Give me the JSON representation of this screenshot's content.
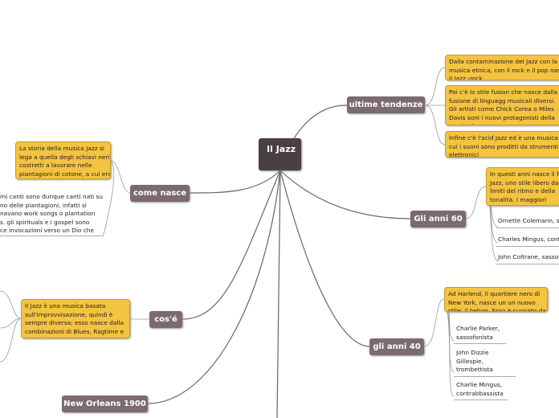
{
  "center": {
    "title": "Il Jazz"
  },
  "branches": {
    "ultime_tendenze": {
      "label": "ultime tendenze",
      "notes": [
        "Dalla contaminazione del Jazz con la\nmusica etnica, con il rock e il pop nasce\nil Jazz -rock.",
        "Poi c'è lo stile fusion che nasce dalla\nfusione di linguagg musicali diversi.\nGli artisti come Chick Corea o Miles\nDavis soni i nuovi protagonisti della\nmusica Jazz",
        "Infine c'è l'acid Jazz ed è una musica in\ncui i suoni sono proditti da strumenti\nelettronici"
      ]
    },
    "anni60": {
      "label": "Gli anni 60",
      "note": "In questi anni nasce il free\nJazz, uno stile libero dai\nlimiti del ritmo e della\ntonalità. I maggiori\nesponenti sono:",
      "leaves": [
        "Ornette Colemann, sassofonista",
        "Charles Mingus, contrabbassista",
        "John Coltrane, sassofonista"
      ]
    },
    "anni40": {
      "label": "gli anni 40",
      "note": "Ad Harlend, il quartiere nero di\nNew York, nasce un un nuovo\nstile: il bebop. Esso è suonato da:",
      "leaves": [
        "Charlie Parker,\nsassofonista",
        "John Dizzie\nGillespie,\ntrombettista",
        "Charlie Mingus,\ncontrabbassista"
      ]
    },
    "come_nasce": {
      "label": "come nasce",
      "note": "La storia della musica Jazz si\nlega a quella degli schiavi neri,\ncostretti a lavorare nelle\npiantagioni di cotone, a cui era\npermesso cantare.",
      "leaf": "mi canti sono dunque canti nati sul\nno delle piantagioni, infatti si\nnavano work songs o plantation\ns. gli spirituals e i gospel sono\nce invocazioni verso un Dio che\nlo schiavo a liberarsi dalle catene."
    },
    "cose": {
      "label": "cos'é",
      "note": "Il Jazz è una musica basata\nsull'improvvisazione, quindi è\nsempre diversa; esso nasce dalla\ncombinazioni di Blues, Ragtime e\nswing."
    },
    "new_orleans": {
      "label": "New Orleans 1900"
    }
  },
  "colors": {
    "center": "#4a4044",
    "branch": "#7b6b6e",
    "note": "#f4c33f",
    "link": "#666666"
  }
}
